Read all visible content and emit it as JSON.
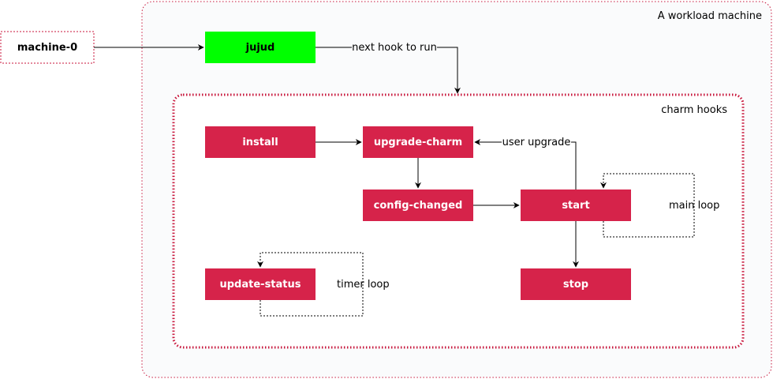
{
  "machine": {
    "label": "machine-0"
  },
  "workload": {
    "title": "A workload machine"
  },
  "jujud": {
    "label": "jujud"
  },
  "charm_hooks": {
    "title": "charm hooks"
  },
  "hooks": {
    "install": "install",
    "upgrade_charm": "upgrade-charm",
    "config_changed": "config-changed",
    "start": "start",
    "stop": "stop",
    "update_status": "update-status"
  },
  "edges": {
    "next_hook": "next hook to run",
    "user_upgrade": "user upgrade",
    "main_loop": "main loop",
    "timer_loop": "timer loop"
  },
  "colors": {
    "hook_fill": "#D6234A",
    "jujud_fill": "#00FF00",
    "border_red": "#C8163B",
    "container_fill": "#FAFBFC"
  }
}
